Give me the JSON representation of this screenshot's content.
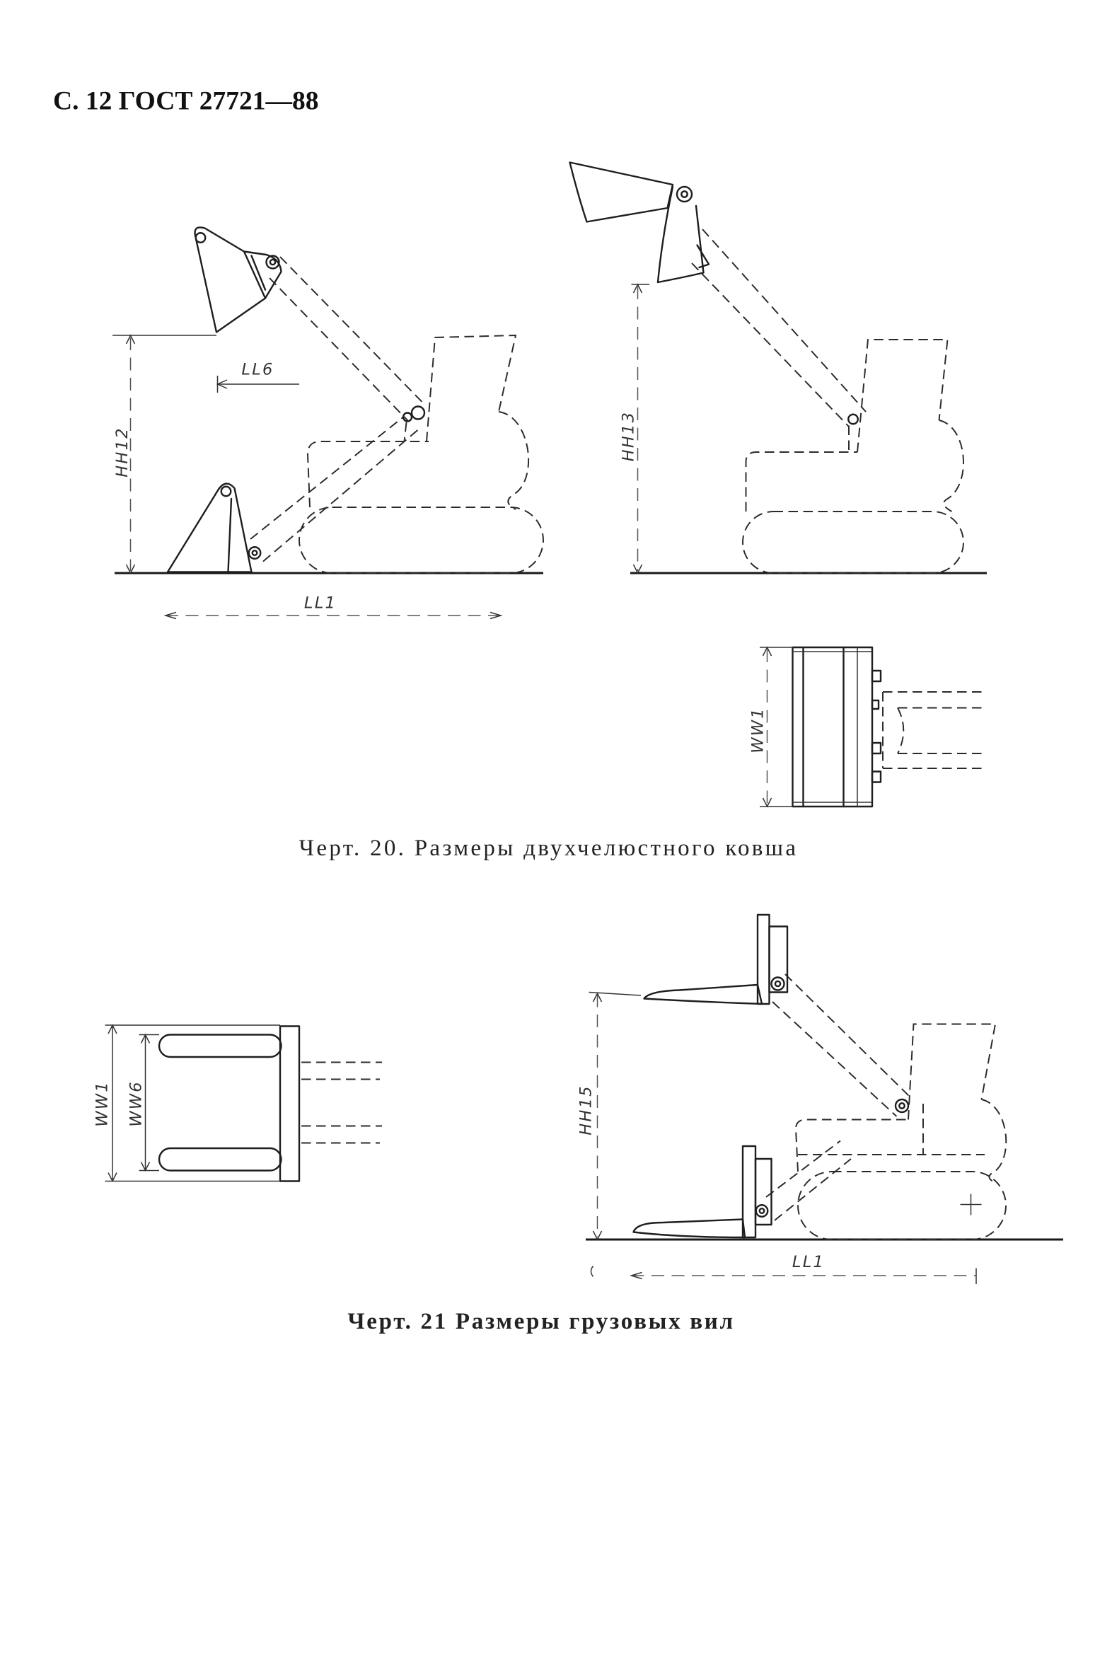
{
  "page": {
    "header": "С. 12 ГОСТ 27721—88"
  },
  "figure_20": {
    "caption": "Черт. 20. Размеры двухчелюстного ковша",
    "labels": {
      "ll6": "LL6",
      "hh12": "HH12",
      "ll1": "LL1",
      "hh13": "HH13",
      "ww1": "WW1"
    }
  },
  "figure_21": {
    "caption": "Черт. 21 Размеры грузовых вил",
    "labels": {
      "ww1": "WW1",
      "ww6": "WW6",
      "hh15": "HH15",
      "ll1": "LL1"
    }
  }
}
